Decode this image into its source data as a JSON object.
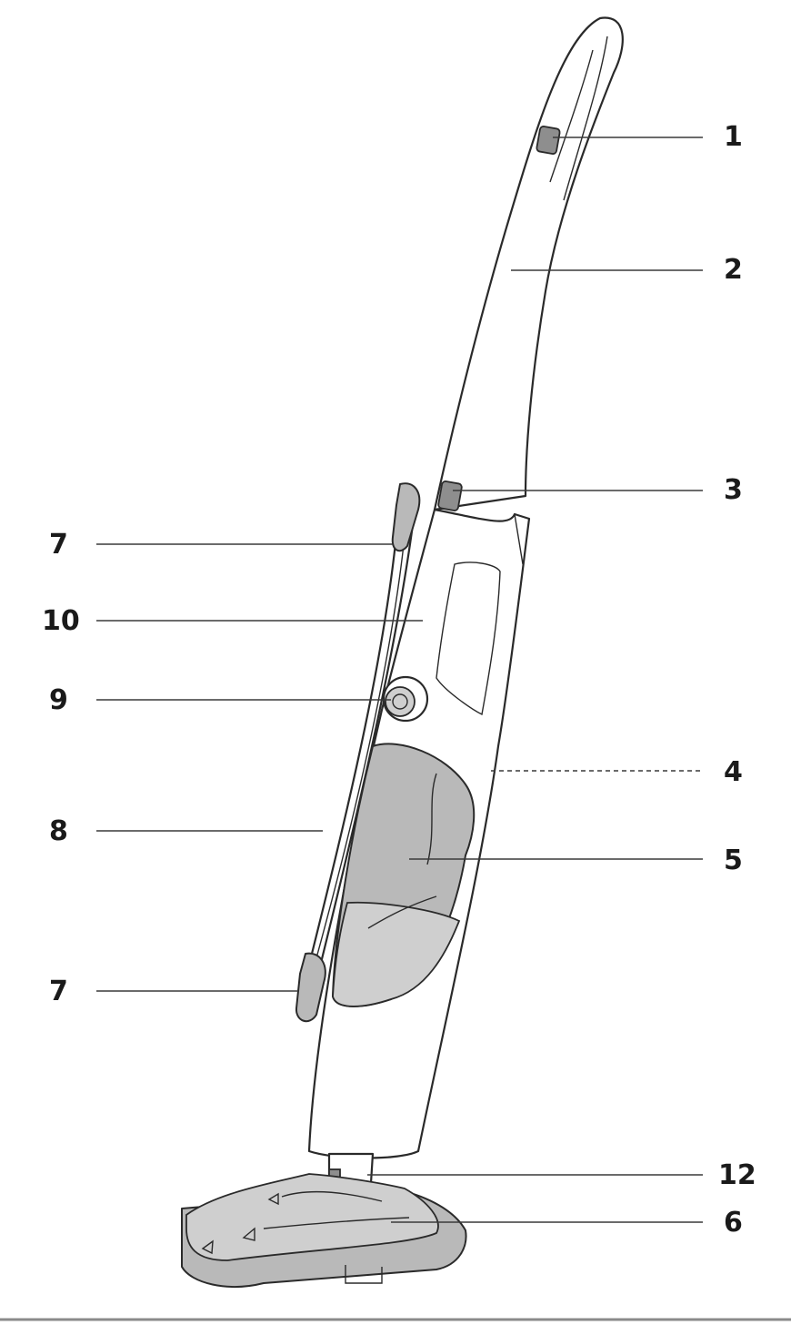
{
  "callouts": [
    {
      "id": "c1a",
      "label": "1"
    },
    {
      "id": "c2",
      "label": "2"
    },
    {
      "id": "c3",
      "label": "3"
    },
    {
      "id": "c4",
      "label": "4",
      "style": "dashed"
    },
    {
      "id": "c5",
      "label": "5"
    },
    {
      "id": "c6",
      "label": "6"
    },
    {
      "id": "c7a",
      "label": "7"
    },
    {
      "id": "c7b",
      "label": "7"
    },
    {
      "id": "c8",
      "label": "8"
    },
    {
      "id": "c9",
      "label": "9"
    },
    {
      "id": "c10",
      "label": "10"
    },
    {
      "id": "c12",
      "label": "12"
    }
  ],
  "colors": {
    "outline": "#2a2a2a",
    "grey_part": "#b9b9b9",
    "grey_dark": "#8e8e8e",
    "background": "#ffffff"
  }
}
